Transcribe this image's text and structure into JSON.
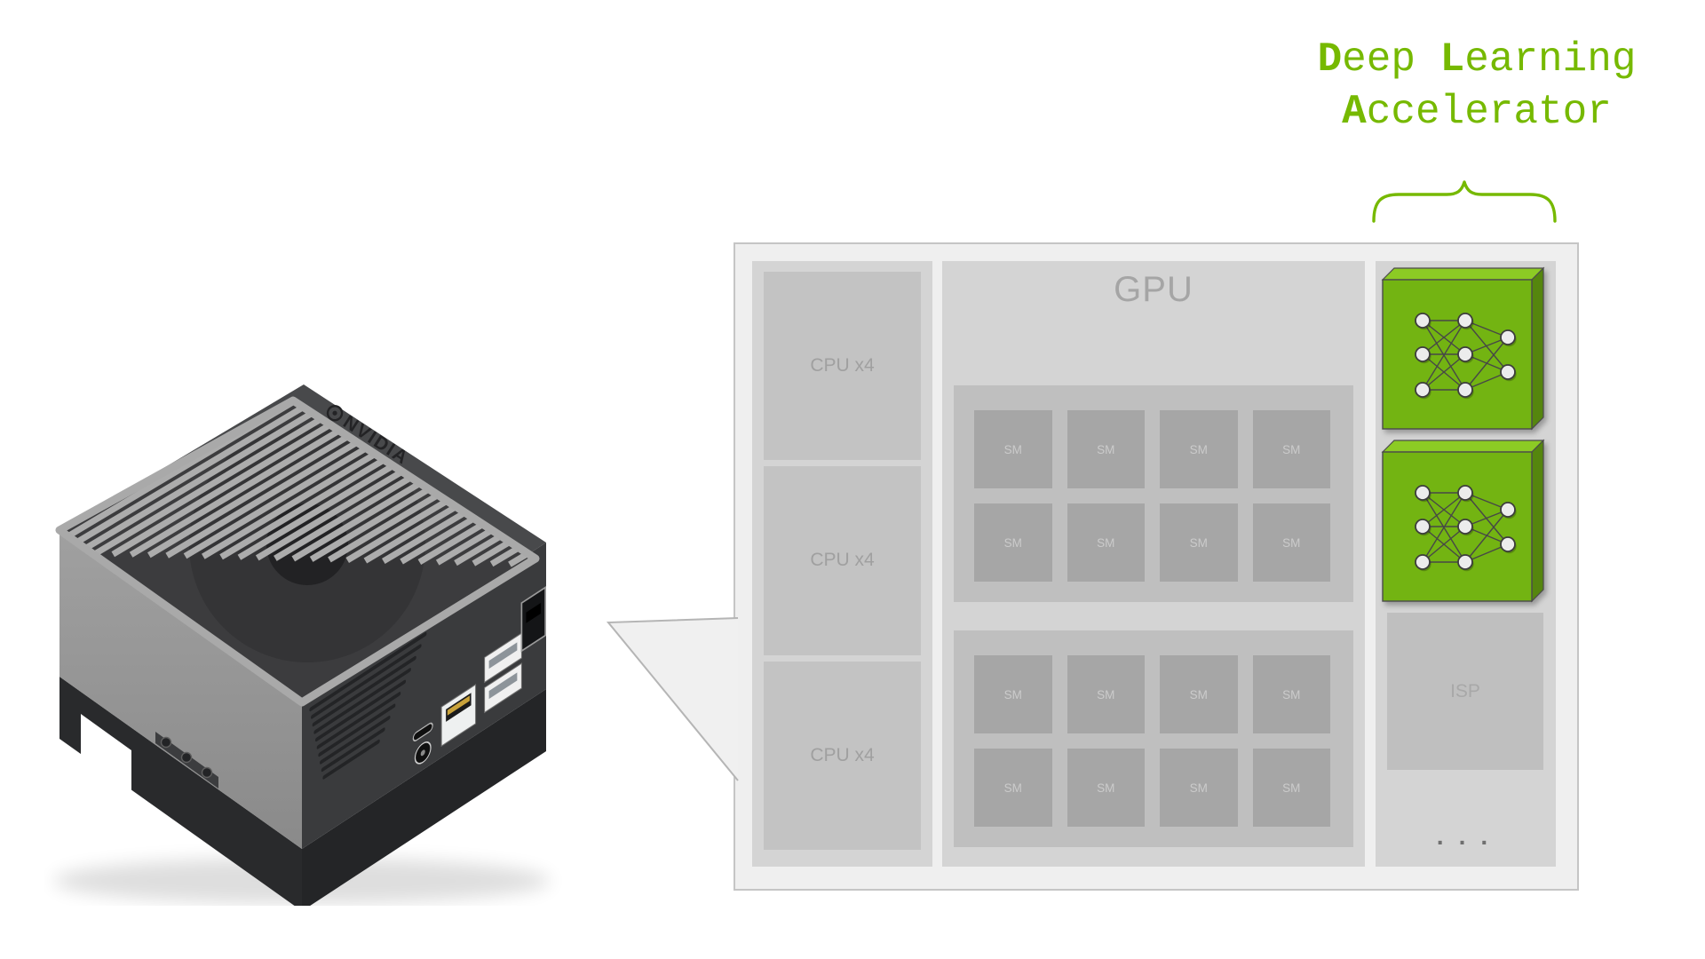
{
  "caption": {
    "d1": "D",
    "r1": "eep ",
    "d2": "L",
    "r2": "earning",
    "d3": "A",
    "r3": "ccelerator"
  },
  "soc": {
    "cpu": {
      "blocks": [
        "CPU x4",
        "CPU x4",
        "CPU x4"
      ]
    },
    "gpu": {
      "label": "GPU",
      "sm_label": "SM",
      "clusters": 2,
      "sm_per_cluster": 8
    },
    "dla": {
      "count": 2,
      "icon": "neural-network-icon"
    },
    "isp": {
      "label": "ISP"
    },
    "more_label": "..."
  },
  "device": {
    "logo": "NVIDIA"
  },
  "colors": {
    "nvidia_green": "#76b900",
    "dla_front": "#73b412",
    "dla_top": "#8ccb24",
    "dla_side": "#55860e",
    "panel_bg": "#efefef",
    "container_bg": "#d4d4d4",
    "block_bg": "#c3c3c3",
    "cluster_bg": "#bfbfbf",
    "sm_bg": "#a6a6a6"
  }
}
